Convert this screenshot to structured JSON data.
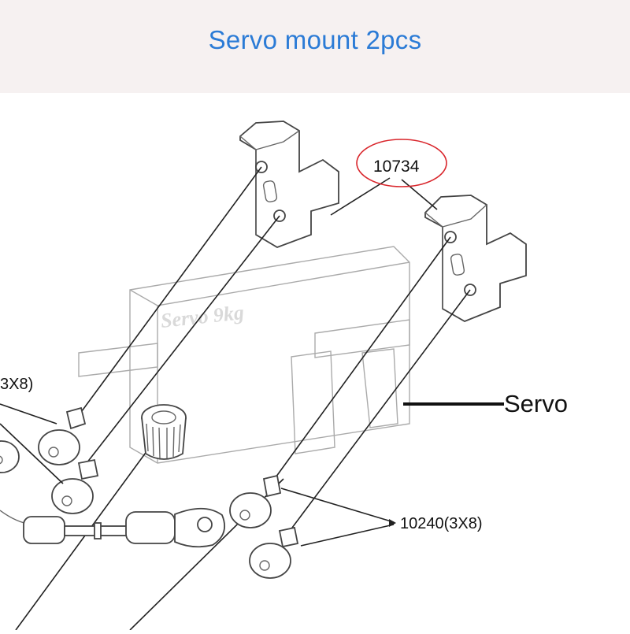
{
  "header": {
    "title": "Servo mount 2pcs"
  },
  "diagram": {
    "part_number_top": "10734",
    "servo_body_text": "Servo 9kg",
    "servo_label": "Servo",
    "screw_label_right": "10240(3X8)",
    "screw_label_left_partial": "3X8)",
    "highlight_color": "#d9262c"
  }
}
